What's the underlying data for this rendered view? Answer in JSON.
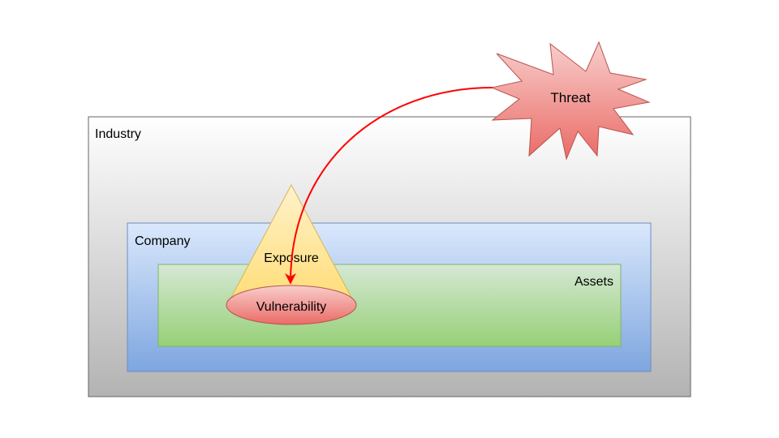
{
  "diagram": {
    "industry": {
      "label": "Industry",
      "gradient": [
        "#ffffff",
        "#b3b3b3"
      ],
      "stroke": "#666666"
    },
    "company": {
      "label": "Company",
      "gradient": [
        "#dae8fc",
        "#7ea6e0"
      ],
      "stroke": "#6c8ebf"
    },
    "assets": {
      "label": "Assets",
      "gradient": [
        "#d5e8d4",
        "#97d077"
      ],
      "stroke": "#82b366"
    },
    "exposure": {
      "label": "Exposure",
      "gradient": [
        "#fff2cc",
        "#ffd966"
      ],
      "stroke": "#d6b656"
    },
    "vulnerability": {
      "label": "Vulnerability",
      "gradient": [
        "#f8cecc",
        "#ea6b66"
      ],
      "stroke": "#b85450"
    },
    "threat": {
      "label": "Threat",
      "gradient": [
        "#f8cecc",
        "#ea6b66"
      ],
      "stroke": "#b85450"
    },
    "attack_arrow": {
      "color": "#ff0000"
    }
  }
}
